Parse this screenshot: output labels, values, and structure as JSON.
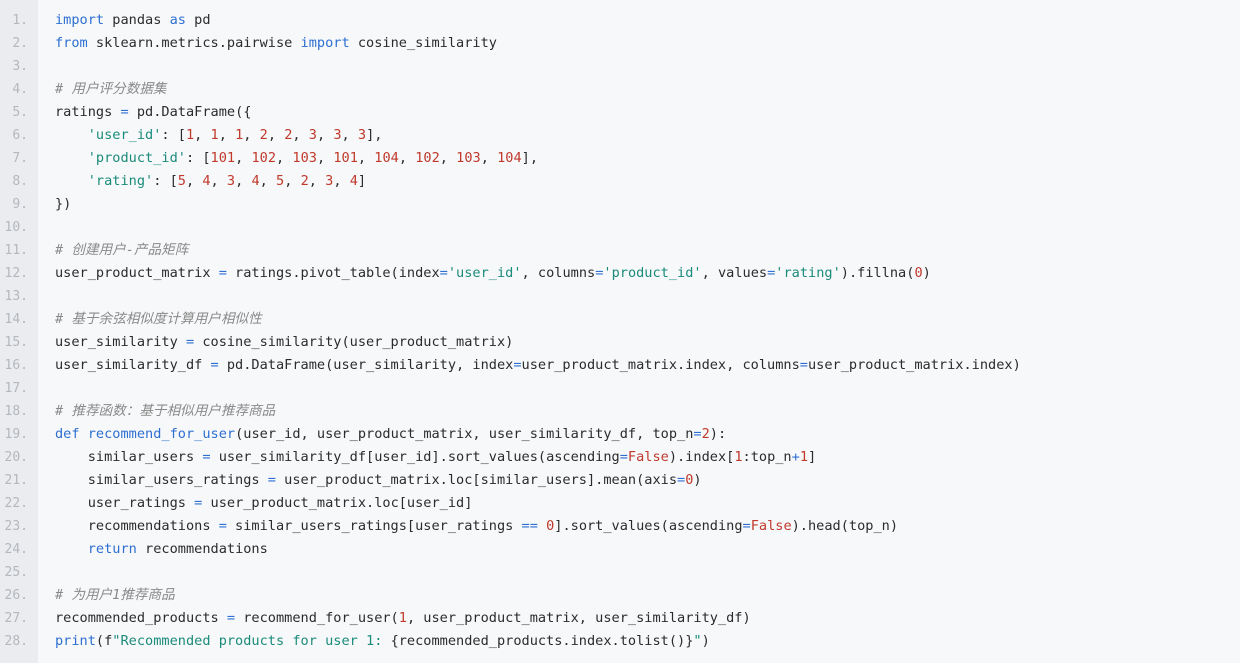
{
  "editor": {
    "lines": [
      {
        "n": "1.",
        "tokens": [
          {
            "t": "import",
            "k": "kw"
          },
          {
            "t": " pandas ",
            "k": "pl"
          },
          {
            "t": "as",
            "k": "kw"
          },
          {
            "t": " pd",
            "k": "pl"
          }
        ]
      },
      {
        "n": "2.",
        "tokens": [
          {
            "t": "from",
            "k": "kw"
          },
          {
            "t": " sklearn.metrics.pairwise ",
            "k": "pl"
          },
          {
            "t": "import",
            "k": "kw"
          },
          {
            "t": " cosine_similarity",
            "k": "pl"
          }
        ]
      },
      {
        "n": "3.",
        "tokens": []
      },
      {
        "n": "4.",
        "tokens": [
          {
            "t": "# 用户评分数据集",
            "k": "com"
          }
        ]
      },
      {
        "n": "5.",
        "tokens": [
          {
            "t": "ratings ",
            "k": "pl"
          },
          {
            "t": "=",
            "k": "op"
          },
          {
            "t": " pd.DataFrame({",
            "k": "pl"
          }
        ]
      },
      {
        "n": "6.",
        "tokens": [
          {
            "t": "    ",
            "k": "pl"
          },
          {
            "t": "'user_id'",
            "k": "str"
          },
          {
            "t": ": [",
            "k": "pl"
          },
          {
            "t": "1",
            "k": "num"
          },
          {
            "t": ", ",
            "k": "pl"
          },
          {
            "t": "1",
            "k": "num"
          },
          {
            "t": ", ",
            "k": "pl"
          },
          {
            "t": "1",
            "k": "num"
          },
          {
            "t": ", ",
            "k": "pl"
          },
          {
            "t": "2",
            "k": "num"
          },
          {
            "t": ", ",
            "k": "pl"
          },
          {
            "t": "2",
            "k": "num"
          },
          {
            "t": ", ",
            "k": "pl"
          },
          {
            "t": "3",
            "k": "num"
          },
          {
            "t": ", ",
            "k": "pl"
          },
          {
            "t": "3",
            "k": "num"
          },
          {
            "t": ", ",
            "k": "pl"
          },
          {
            "t": "3",
            "k": "num"
          },
          {
            "t": "],",
            "k": "pl"
          }
        ]
      },
      {
        "n": "7.",
        "tokens": [
          {
            "t": "    ",
            "k": "pl"
          },
          {
            "t": "'product_id'",
            "k": "str"
          },
          {
            "t": ": [",
            "k": "pl"
          },
          {
            "t": "101",
            "k": "num"
          },
          {
            "t": ", ",
            "k": "pl"
          },
          {
            "t": "102",
            "k": "num"
          },
          {
            "t": ", ",
            "k": "pl"
          },
          {
            "t": "103",
            "k": "num"
          },
          {
            "t": ", ",
            "k": "pl"
          },
          {
            "t": "101",
            "k": "num"
          },
          {
            "t": ", ",
            "k": "pl"
          },
          {
            "t": "104",
            "k": "num"
          },
          {
            "t": ", ",
            "k": "pl"
          },
          {
            "t": "102",
            "k": "num"
          },
          {
            "t": ", ",
            "k": "pl"
          },
          {
            "t": "103",
            "k": "num"
          },
          {
            "t": ", ",
            "k": "pl"
          },
          {
            "t": "104",
            "k": "num"
          },
          {
            "t": "],",
            "k": "pl"
          }
        ]
      },
      {
        "n": "8.",
        "tokens": [
          {
            "t": "    ",
            "k": "pl"
          },
          {
            "t": "'rating'",
            "k": "str"
          },
          {
            "t": ": [",
            "k": "pl"
          },
          {
            "t": "5",
            "k": "num"
          },
          {
            "t": ", ",
            "k": "pl"
          },
          {
            "t": "4",
            "k": "num"
          },
          {
            "t": ", ",
            "k": "pl"
          },
          {
            "t": "3",
            "k": "num"
          },
          {
            "t": ", ",
            "k": "pl"
          },
          {
            "t": "4",
            "k": "num"
          },
          {
            "t": ", ",
            "k": "pl"
          },
          {
            "t": "5",
            "k": "num"
          },
          {
            "t": ", ",
            "k": "pl"
          },
          {
            "t": "2",
            "k": "num"
          },
          {
            "t": ", ",
            "k": "pl"
          },
          {
            "t": "3",
            "k": "num"
          },
          {
            "t": ", ",
            "k": "pl"
          },
          {
            "t": "4",
            "k": "num"
          },
          {
            "t": "]",
            "k": "pl"
          }
        ]
      },
      {
        "n": "9.",
        "tokens": [
          {
            "t": "})",
            "k": "pl"
          }
        ]
      },
      {
        "n": "10.",
        "tokens": []
      },
      {
        "n": "11.",
        "tokens": [
          {
            "t": "# 创建用户-产品矩阵",
            "k": "com"
          }
        ]
      },
      {
        "n": "12.",
        "tokens": [
          {
            "t": "user_product_matrix ",
            "k": "pl"
          },
          {
            "t": "=",
            "k": "op"
          },
          {
            "t": " ratings.pivot_table(index",
            "k": "pl"
          },
          {
            "t": "=",
            "k": "op"
          },
          {
            "t": "'user_id'",
            "k": "str"
          },
          {
            "t": ", columns",
            "k": "pl"
          },
          {
            "t": "=",
            "k": "op"
          },
          {
            "t": "'product_id'",
            "k": "str"
          },
          {
            "t": ", values",
            "k": "pl"
          },
          {
            "t": "=",
            "k": "op"
          },
          {
            "t": "'rating'",
            "k": "str"
          },
          {
            "t": ").fillna(",
            "k": "pl"
          },
          {
            "t": "0",
            "k": "num"
          },
          {
            "t": ")",
            "k": "pl"
          }
        ]
      },
      {
        "n": "13.",
        "tokens": []
      },
      {
        "n": "14.",
        "tokens": [
          {
            "t": "# 基于余弦相似度计算用户相似性",
            "k": "com"
          }
        ]
      },
      {
        "n": "15.",
        "tokens": [
          {
            "t": "user_similarity ",
            "k": "pl"
          },
          {
            "t": "=",
            "k": "op"
          },
          {
            "t": " cosine_similarity(user_product_matrix)",
            "k": "pl"
          }
        ]
      },
      {
        "n": "16.",
        "tokens": [
          {
            "t": "user_similarity_df ",
            "k": "pl"
          },
          {
            "t": "=",
            "k": "op"
          },
          {
            "t": " pd.DataFrame(user_similarity, index",
            "k": "pl"
          },
          {
            "t": "=",
            "k": "op"
          },
          {
            "t": "user_product_matrix.index, columns",
            "k": "pl"
          },
          {
            "t": "=",
            "k": "op"
          },
          {
            "t": "user_product_matrix.index)",
            "k": "pl"
          }
        ]
      },
      {
        "n": "17.",
        "tokens": []
      },
      {
        "n": "18.",
        "tokens": [
          {
            "t": "# 推荐函数：基于相似用户推荐商品",
            "k": "com"
          }
        ]
      },
      {
        "n": "19.",
        "tokens": [
          {
            "t": "def",
            "k": "kw"
          },
          {
            "t": " ",
            "k": "pl"
          },
          {
            "t": "recommend_for_user",
            "k": "fn"
          },
          {
            "t": "(user_id, user_product_matrix, user_similarity_df, top_n",
            "k": "pl"
          },
          {
            "t": "=",
            "k": "op"
          },
          {
            "t": "2",
            "k": "num"
          },
          {
            "t": "):",
            "k": "pl"
          }
        ]
      },
      {
        "n": "20.",
        "tokens": [
          {
            "t": "    similar_users ",
            "k": "pl"
          },
          {
            "t": "=",
            "k": "op"
          },
          {
            "t": " user_similarity_df[user_id].sort_values(ascending",
            "k": "pl"
          },
          {
            "t": "=",
            "k": "op"
          },
          {
            "t": "False",
            "k": "num"
          },
          {
            "t": ").index[",
            "k": "pl"
          },
          {
            "t": "1",
            "k": "num"
          },
          {
            "t": ":top_n",
            "k": "pl"
          },
          {
            "t": "+",
            "k": "op"
          },
          {
            "t": "1",
            "k": "num"
          },
          {
            "t": "]",
            "k": "pl"
          }
        ]
      },
      {
        "n": "21.",
        "tokens": [
          {
            "t": "    similar_users_ratings ",
            "k": "pl"
          },
          {
            "t": "=",
            "k": "op"
          },
          {
            "t": " user_product_matrix.loc[similar_users].mean(axis",
            "k": "pl"
          },
          {
            "t": "=",
            "k": "op"
          },
          {
            "t": "0",
            "k": "num"
          },
          {
            "t": ")",
            "k": "pl"
          }
        ]
      },
      {
        "n": "22.",
        "tokens": [
          {
            "t": "    user_ratings ",
            "k": "pl"
          },
          {
            "t": "=",
            "k": "op"
          },
          {
            "t": " user_product_matrix.loc[user_id]",
            "k": "pl"
          }
        ]
      },
      {
        "n": "23.",
        "tokens": [
          {
            "t": "    recommendations ",
            "k": "pl"
          },
          {
            "t": "=",
            "k": "op"
          },
          {
            "t": " similar_users_ratings[user_ratings ",
            "k": "pl"
          },
          {
            "t": "==",
            "k": "op"
          },
          {
            "t": " ",
            "k": "pl"
          },
          {
            "t": "0",
            "k": "num"
          },
          {
            "t": "].sort_values(ascending",
            "k": "pl"
          },
          {
            "t": "=",
            "k": "op"
          },
          {
            "t": "False",
            "k": "num"
          },
          {
            "t": ").head(top_n)",
            "k": "pl"
          }
        ]
      },
      {
        "n": "24.",
        "tokens": [
          {
            "t": "    ",
            "k": "pl"
          },
          {
            "t": "return",
            "k": "kw"
          },
          {
            "t": " recommendations",
            "k": "pl"
          }
        ]
      },
      {
        "n": "25.",
        "tokens": []
      },
      {
        "n": "26.",
        "tokens": [
          {
            "t": "# 为用户1推荐商品",
            "k": "com"
          }
        ]
      },
      {
        "n": "27.",
        "tokens": [
          {
            "t": "recommended_products ",
            "k": "pl"
          },
          {
            "t": "=",
            "k": "op"
          },
          {
            "t": " recommend_for_user(",
            "k": "pl"
          },
          {
            "t": "1",
            "k": "num"
          },
          {
            "t": ", user_product_matrix, user_similarity_df)",
            "k": "pl"
          }
        ]
      },
      {
        "n": "28.",
        "tokens": [
          {
            "t": "print",
            "k": "fn"
          },
          {
            "t": "(f",
            "k": "pl"
          },
          {
            "t": "\"Recommended products for user 1: ",
            "k": "str"
          },
          {
            "t": "{recommended_products.index.tolist()}",
            "k": "pl"
          },
          {
            "t": "\"",
            "k": "str"
          },
          {
            "t": ")",
            "k": "pl"
          }
        ]
      }
    ]
  },
  "colors": {
    "background": "#f6f8fa",
    "gutter": "#eaecef",
    "keyword": "#2e6fd1",
    "string": "#1b8b7a",
    "number": "#c0392b",
    "comment": "#8a8a8a"
  }
}
